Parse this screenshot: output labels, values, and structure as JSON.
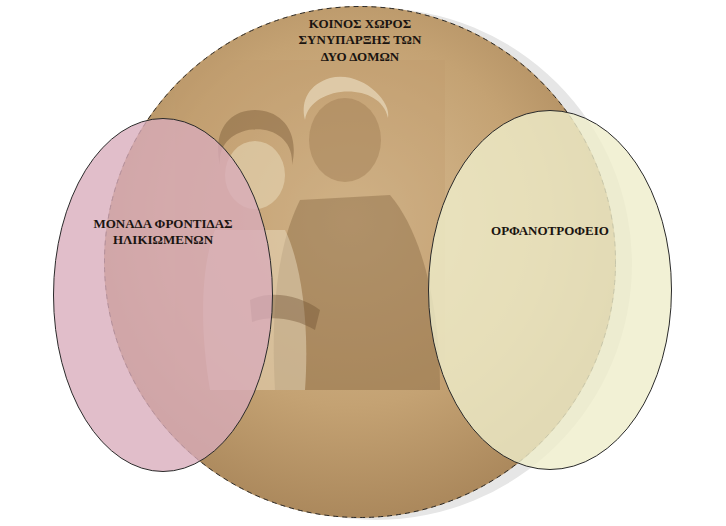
{
  "diagram": {
    "nodes": [
      {
        "text": [
          "ΚΟΙΝΟΣ ΧΩΡΟΣ ΣΥΝΥΠΑΡΞΗΣ ΤΩΝ ΔΥΟ ΔΟΜΩΝ"
        ]
      },
      {
        "text": [
          "ΜΟΝΑΔΑ ΦΡΟΝΤΙΔΑΣ ΗΛΙΚΙΩΜΕΝΩΝ"
        ]
      },
      {
        "text": [
          "ΟΡΦΑΝΟΤΡΟΦΕΙΟ"
        ]
      }
    ]
  }
}
